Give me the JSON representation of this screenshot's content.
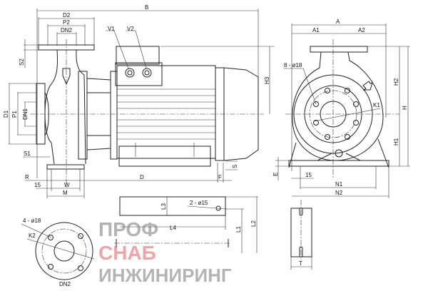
{
  "side_view": {
    "labels": {
      "B": "B",
      "D2": "D2",
      "P2": "P2",
      "DN2": "DN2",
      "V1": "V1",
      "V2": "V2",
      "S2": "S2",
      "H3": "H3",
      "D1": "D1",
      "P1": "P1",
      "DN1": "DN1",
      "S1": "S1",
      "R": "R",
      "D": "D",
      "F": "F",
      "S": "S",
      "offset": "15",
      "W": "W",
      "M": "M"
    }
  },
  "front_view": {
    "labels": {
      "A": "A",
      "A1": "A1",
      "A2": "A2",
      "holes": "8 - ø18",
      "K1": "K1",
      "H2": "H2",
      "H": "H",
      "H1": "H1",
      "E": "E",
      "offset": "15",
      "N1": "N1",
      "N2": "N2"
    }
  },
  "base_plate": {
    "labels": {
      "L3": "L3",
      "holes": "2 - ø15",
      "L4": "L4",
      "L1": "L1",
      "L2": "L2"
    }
  },
  "foot_detail": {
    "labels": {
      "T": "T"
    }
  },
  "flange_detail": {
    "labels": {
      "holes": "4 - ø18",
      "K2": "K2",
      "title": "DN2"
    }
  },
  "watermark": {
    "line1": "ПРОФ",
    "line2": "СНАБ",
    "line3": "ИНЖИНИРИНГ",
    "accent_color": "#e85a5a"
  }
}
